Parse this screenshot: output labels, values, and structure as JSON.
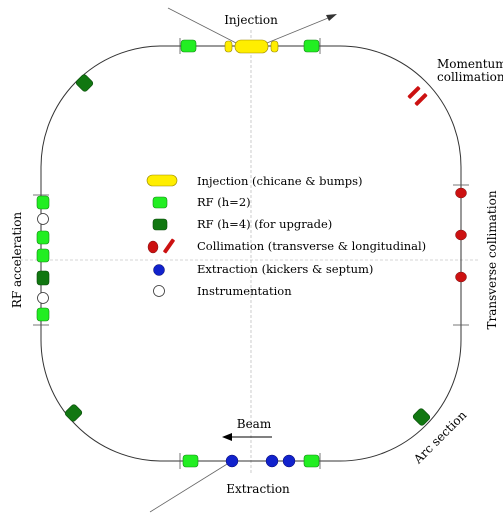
{
  "labels": {
    "injection": "Injection",
    "momentum_collimation_line1": "Momentum",
    "momentum_collimation_line2": "collimation",
    "transverse_collimation": "Transverse collimation",
    "rf_acceleration": "RF acceleration",
    "arc_section": "Arc section",
    "beam": "Beam",
    "extraction": "Extraction"
  },
  "legend": [
    {
      "symbol": "yellow-capsule",
      "label": "Injection (chicane & bumps)"
    },
    {
      "symbol": "light-green",
      "label": "RF (h=2)"
    },
    {
      "symbol": "dark-green",
      "label": "RF (h=4) (for upgrade)"
    },
    {
      "symbol": "red-collimator",
      "label": "Collimation (transverse & longitudinal)"
    },
    {
      "symbol": "blue",
      "label": "Extraction (kickers & septum)"
    },
    {
      "symbol": "white",
      "label": "Instrumentation"
    }
  ],
  "colors": {
    "injection": "#ffee00",
    "rf_h2": "#22ee22",
    "rf_h4": "#117711",
    "collimation": "#cc1111",
    "extraction": "#1122cc",
    "instrumentation": "#ffffff",
    "ring": "#333333",
    "guide": "#999999"
  }
}
